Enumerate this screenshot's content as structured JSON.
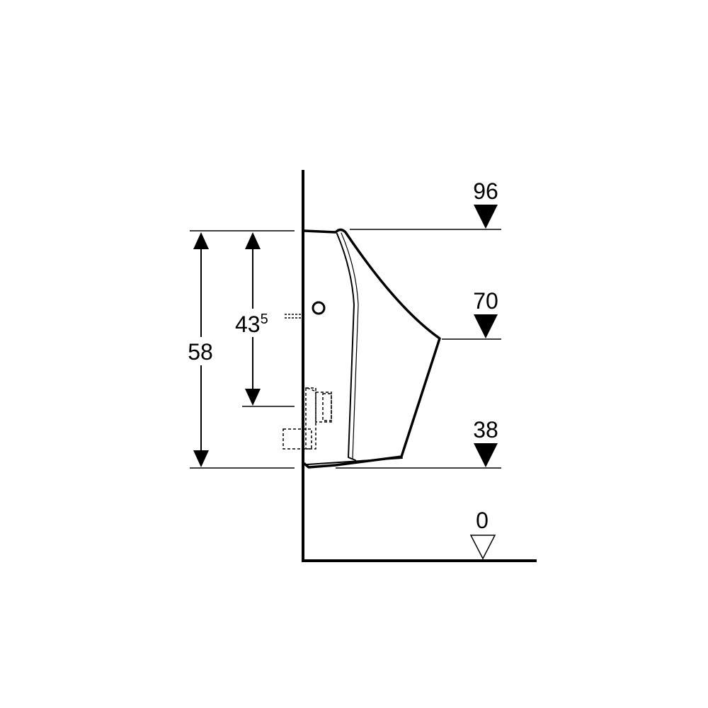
{
  "colors": {
    "ink": "#000000",
    "background": "#ffffff"
  },
  "levels": [
    {
      "value": "96",
      "marker": "filled-triangle"
    },
    {
      "value": "70",
      "marker": "filled-triangle"
    },
    {
      "value": "38",
      "marker": "filled-triangle"
    },
    {
      "value": "0",
      "marker": "open-triangle"
    }
  ],
  "dimensions": {
    "overall_height": "58",
    "outlet_height_main": "43",
    "outlet_height_sup": "5"
  },
  "icons": {
    "level_marker_filled": "filled-triangle-icon",
    "level_marker_open": "open-triangle-icon",
    "dimension_arrow": "arrowhead-icon"
  }
}
